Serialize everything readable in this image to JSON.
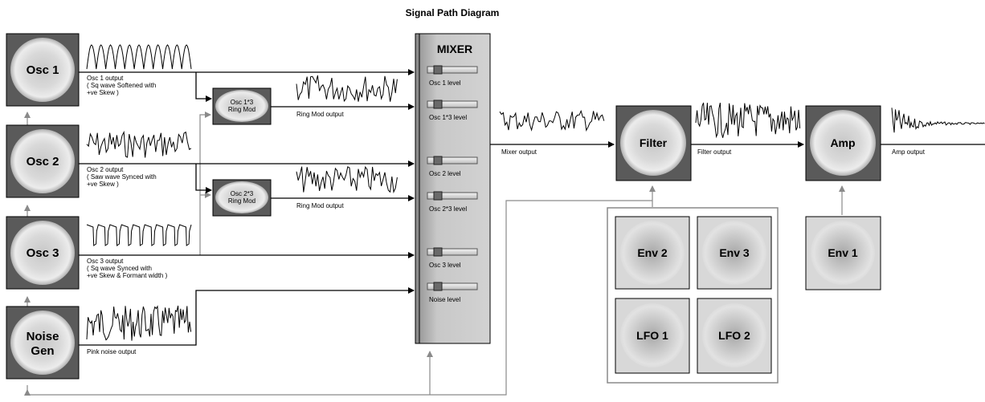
{
  "title": "Signal Path Diagram",
  "colors": {
    "module_dark": "#5a5a5a",
    "module_light": "#d8d8d8",
    "line": "#000000",
    "mod_line": "#8a8a8a",
    "mixer_face": "#c4c4c4"
  },
  "oscillators": [
    {
      "label": "Osc 1",
      "caption": [
        "Osc 1 output",
        "( Sq wave Softened with",
        "+ve Skew )"
      ]
    },
    {
      "label": "Osc 2",
      "caption": [
        "Osc 2 output",
        "( Saw wave Synced with",
        "+ve Skew )"
      ]
    },
    {
      "label": "Osc 3",
      "caption": [
        "Osc 3 output",
        "( Sq wave Synced with",
        "+ve Skew & Formant width )"
      ]
    },
    {
      "label": [
        "Noise",
        "Gen"
      ],
      "caption": [
        "Pink noise output"
      ]
    }
  ],
  "ring_mods": [
    {
      "label": [
        "Osc 1*3",
        "Ring Mod"
      ],
      "caption": "Ring Mod output"
    },
    {
      "label": [
        "Osc 2*3",
        "Ring Mod"
      ],
      "caption": "Ring Mod output"
    }
  ],
  "mixer": {
    "title": "MIXER",
    "levels": [
      "Osc 1 level",
      "Osc 1*3 level",
      "Osc 2 level",
      "Osc 2*3 level",
      "Osc 3 level",
      "Noise level"
    ],
    "output": "Mixer output"
  },
  "filter": {
    "label": "Filter",
    "output": "Filter output"
  },
  "amp": {
    "label": "Amp",
    "output": "Amp output"
  },
  "modulators": [
    "Env 2",
    "Env 3",
    "LFO 1",
    "LFO 2"
  ],
  "env1": "Env 1"
}
